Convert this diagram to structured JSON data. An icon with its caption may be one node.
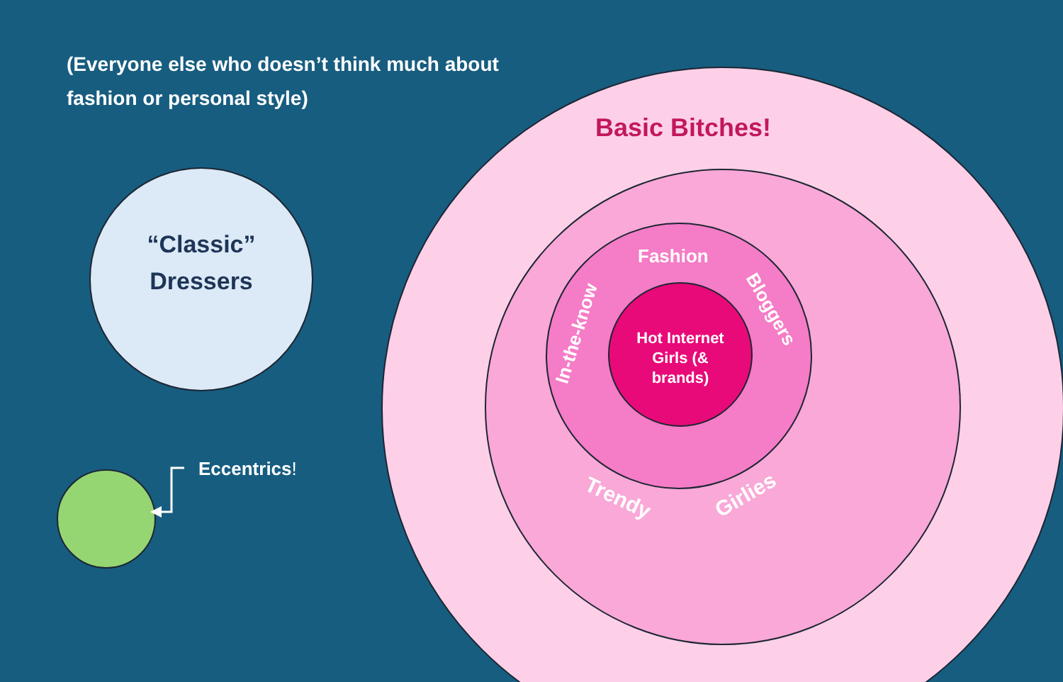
{
  "diagram": {
    "nodes": [
      {
        "text": [
          "Basic Bitches!"
        ]
      },
      {
        "text": [
          "Trendy",
          "Girlies"
        ],
        "in": 0
      },
      {
        "text": [
          "Fashion",
          "In-the-know",
          "Bloggers"
        ],
        "in": 1
      },
      {
        "text": [
          "Hot Internet Girls (& brands)"
        ],
        "in": 2
      },
      {
        "text": [
          "“Classic” Dressers"
        ]
      },
      {
        "text": [],
        "shape": "circle"
      },
      {
        "text": [
          "**Eccentrics**!"
        ]
      }
    ],
    "edges": [
      {
        "from": 6,
        "to": 5,
        "arrow": "to"
      }
    ],
    "labels": [
      "(Everyone else who doesn’t think much about fashion or personal style)"
    ]
  }
}
